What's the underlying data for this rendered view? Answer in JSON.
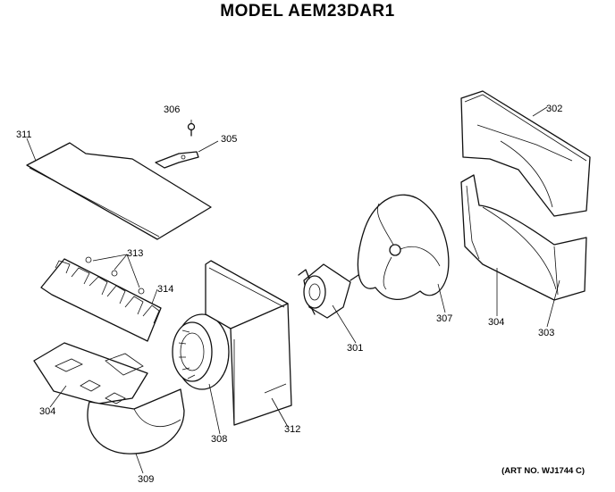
{
  "title": "MODEL AEM23DAR1",
  "art_number": "(ART NO. WJ1744 C)",
  "parts": [
    {
      "label": "301"
    },
    {
      "label": "302"
    },
    {
      "label": "303"
    },
    {
      "label": "304"
    },
    {
      "label": "304"
    },
    {
      "label": "305"
    },
    {
      "label": "306"
    },
    {
      "label": "307"
    },
    {
      "label": "308"
    },
    {
      "label": "309"
    },
    {
      "label": "311"
    },
    {
      "label": "312"
    },
    {
      "label": "313"
    },
    {
      "label": "314"
    }
  ]
}
